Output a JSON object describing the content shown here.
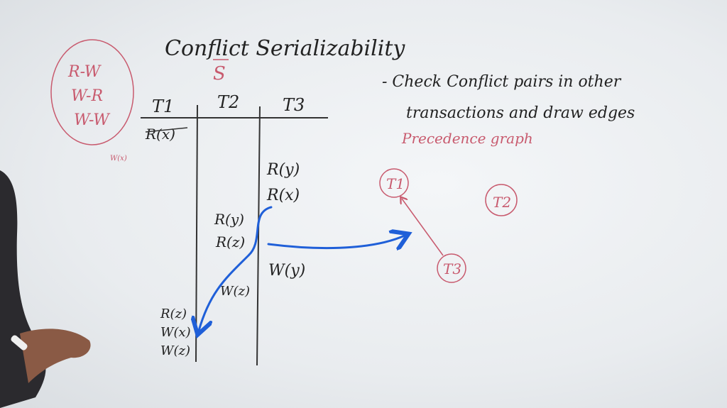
{
  "board": {
    "title": "Conflict Serializability",
    "schedule_symbol": "S",
    "conflict_types": [
      "R-W",
      "W-R",
      "W-W"
    ],
    "small_note": "W(x)",
    "note_line1": "- Check Conflict pairs in other",
    "note_line2": "transactions and draw edges",
    "precedence_label": "Precedence graph"
  },
  "schedule": {
    "headers": [
      "T1",
      "T2",
      "T3"
    ],
    "t1_ops": [
      "R(x)",
      "R(z)",
      "W(x)",
      "W(z)"
    ],
    "t2_ops": [
      "R(y)",
      "R(z)",
      "W(z)"
    ],
    "t3_ops": [
      "R(y)",
      "R(x)",
      "W(y)"
    ]
  },
  "graph": {
    "nodes": [
      "T1",
      "T2",
      "T3"
    ],
    "edges": [
      {
        "from": "T3",
        "to": "T1"
      }
    ]
  },
  "colors": {
    "ink": "#222222",
    "pink": "#c85a6e",
    "blue": "#1f5fd8"
  }
}
